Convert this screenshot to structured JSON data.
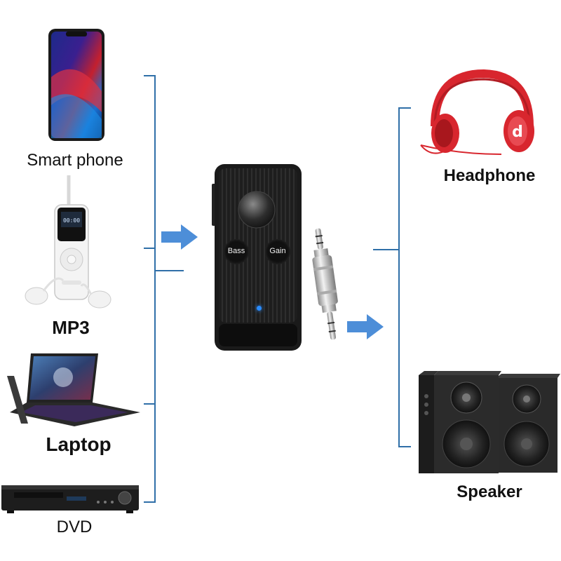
{
  "sources": {
    "smartphone": "Smart phone",
    "mp3": "MP3",
    "laptop": "Laptop",
    "dvd": "DVD"
  },
  "outputs": {
    "headphone": "Headphone",
    "speaker": "Speaker"
  },
  "device": {
    "bass_label": "Bass",
    "gain_label": "Gain"
  },
  "colors": {
    "connector_line": "#2f6fa8",
    "arrow": "#4d8ed8",
    "headphone_red": "#d8262e",
    "status_led": "#2a8cff"
  }
}
